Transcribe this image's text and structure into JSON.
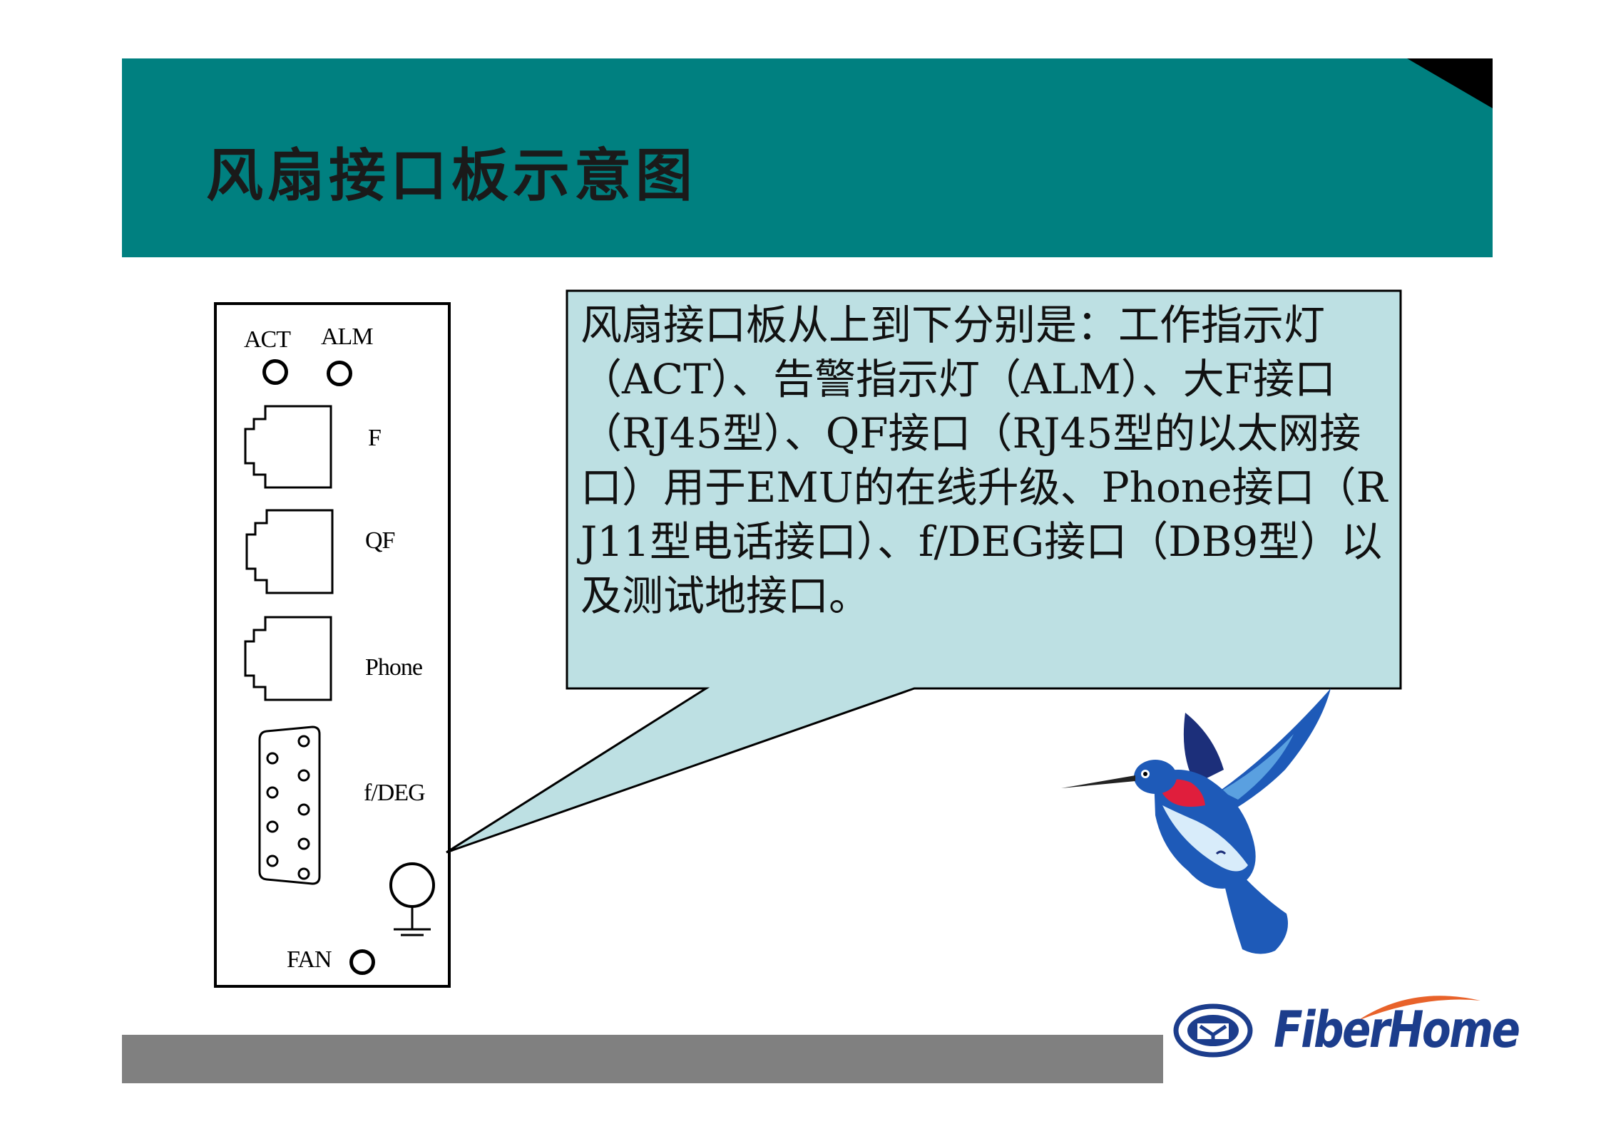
{
  "title": "风扇接口板示意图",
  "panel": {
    "act": "ACT",
    "alm": "ALM",
    "f": "F",
    "qf": "QF",
    "phone": "Phone",
    "fdeg": "f/DEG",
    "fan": "FAN"
  },
  "callout": "风扇接口板从上到下分别是：工作指示灯（ACT）、告警指示灯（ALM）、大F接口（RJ45型）、QF接口（RJ45型的以太网接口）用于EMU的在线升级、Phone接口（RJ11型电话接口）、f/DEG接口（DB9型）以及测试地接口。",
  "logo": {
    "text": "FiberHome"
  },
  "colors": {
    "header": "#008080",
    "callout_fill": "#bde0e3",
    "footer": "#808080",
    "logo_blue": "#1c3d8c",
    "logo_orange": "#e8622a"
  }
}
